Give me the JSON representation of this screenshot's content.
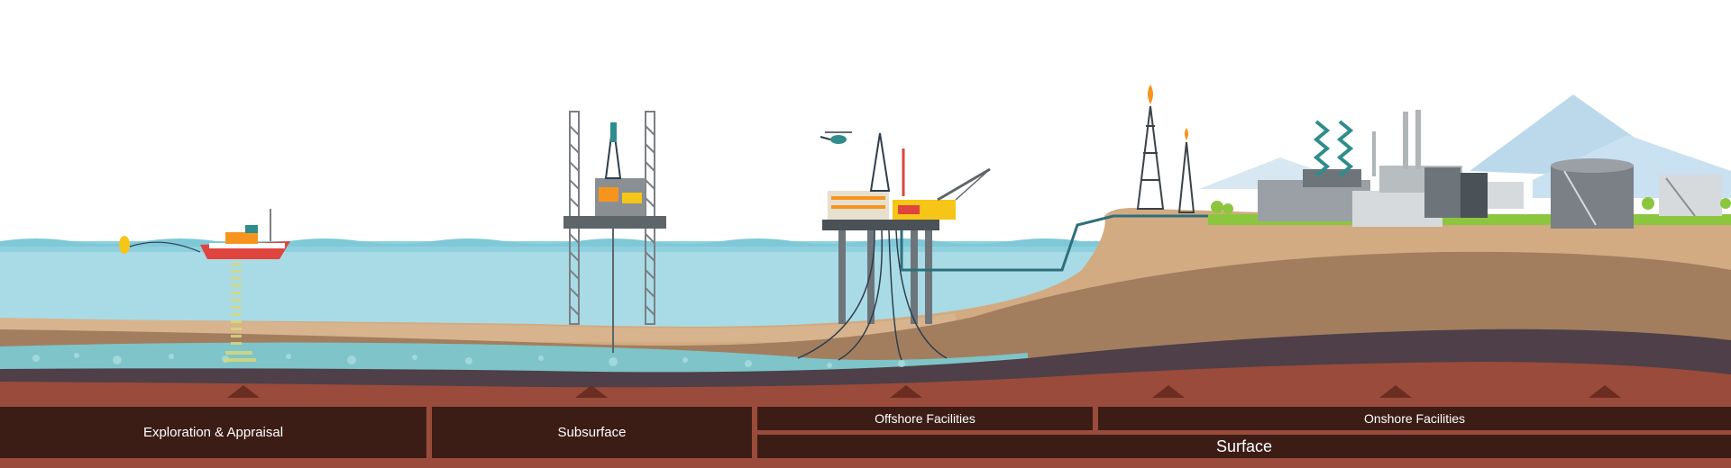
{
  "labels": {
    "exploration": "Exploration & Appraisal",
    "subsurface": "Subsurface",
    "offshore": "Offshore Facilities",
    "onshore": "Onshore Facilities",
    "surface": "Surface"
  },
  "colors": {
    "sky": "#ffffff",
    "sea": "#a9dbe6",
    "sea_surface": "#8fd0de",
    "sand": "#d2ab82",
    "soil_mid": "#a27e5f",
    "reservoir": "#7ec4c9",
    "rock_dark": "#4e3f48",
    "rock_red": "#9a4b3b",
    "base_band": "#3b1d16",
    "mountain": "#b9d7ea",
    "grass": "#8cc63f",
    "steel": "#8a8f94",
    "teal": "#2f8d8c",
    "flame": "#f7941d"
  }
}
